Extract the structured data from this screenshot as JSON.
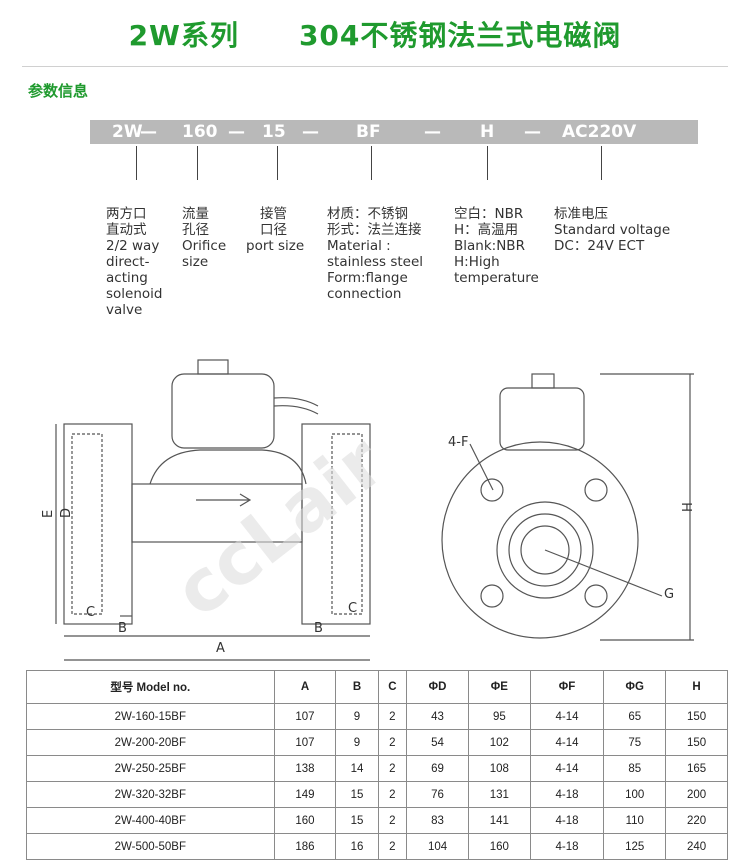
{
  "header": {
    "series": "2W系列",
    "product": "304不锈钢法兰式电磁阀"
  },
  "section_title": "参数信息",
  "model_code": [
    "2W",
    "—",
    "160",
    "—",
    "15",
    "—",
    "BF",
    "—",
    "H",
    "—",
    "AC220V"
  ],
  "descriptions": [
    {
      "zh": "两方口\n直动式",
      "en": "2/2 way\ndirect-\nacting\nsolenoid\nvalve"
    },
    {
      "zh": "流量\n孔径",
      "en": "Orifice\nsize"
    },
    {
      "zh": "接管\n口径",
      "en": "port size"
    },
    {
      "zh": "材质：不锈钢\n形式：法兰连接",
      "en": "Material :\nstainless steel\nForm:flange\nconnection"
    },
    {
      "zh": "空白：NBR\nH：高温用",
      "en": "Blank:NBR\nH:High\ntemperature"
    },
    {
      "zh": "标准电压",
      "en": "Standard voltage\nDC：24V ECT"
    }
  ],
  "drawing_labels": {
    "E": "E",
    "D": "D",
    "C": "C",
    "B": "B",
    "A": "A",
    "F": "4-F",
    "G": "G",
    "H": "H"
  },
  "watermark": "ccLair",
  "table": {
    "headers": [
      "型号 Model no.",
      "A",
      "B",
      "C",
      "ΦD",
      "ΦE",
      "ΦF",
      "ΦG",
      "H"
    ],
    "rows": [
      [
        "2W-160-15BF",
        "107",
        "9",
        "2",
        "43",
        "95",
        "4-14",
        "65",
        "150"
      ],
      [
        "2W-200-20BF",
        "107",
        "9",
        "2",
        "54",
        "102",
        "4-14",
        "75",
        "150"
      ],
      [
        "2W-250-25BF",
        "138",
        "14",
        "2",
        "69",
        "108",
        "4-14",
        "85",
        "165"
      ],
      [
        "2W-320-32BF",
        "149",
        "15",
        "2",
        "76",
        "131",
        "4-18",
        "100",
        "200"
      ],
      [
        "2W-400-40BF",
        "160",
        "15",
        "2",
        "83",
        "141",
        "4-18",
        "110",
        "220"
      ],
      [
        "2W-500-50BF",
        "186",
        "16",
        "2",
        "104",
        "160",
        "4-18",
        "125",
        "240"
      ]
    ]
  },
  "colors": {
    "title": "#1f9a2e",
    "codebar": "#b9b9b9"
  }
}
